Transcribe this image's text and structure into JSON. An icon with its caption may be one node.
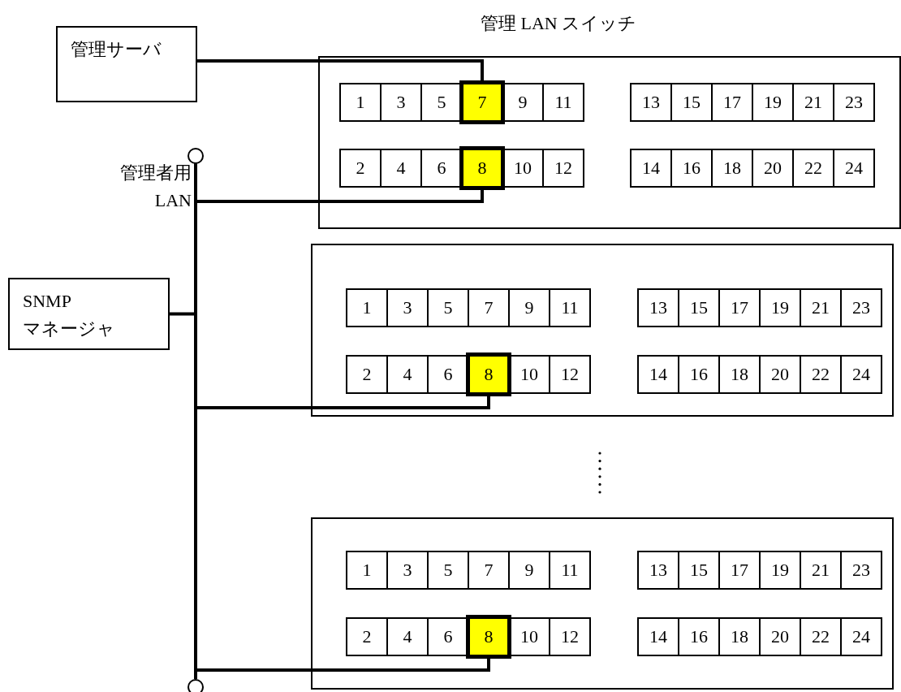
{
  "diagram": {
    "title": "管理 LAN スイッチ",
    "nodes": [
      {
        "text": [
          "管理サーバ"
        ]
      },
      {
        "text": [],
        "shape": "bar",
        "beside": [
          "管理者用LAN"
        ]
      },
      {
        "text": [
          "SNMP マネージャ"
        ]
      },
      {
        "text": [],
        "shape": "box"
      },
      {
        "text": [
          "1"
        ],
        "in": 3
      },
      {
        "text": [
          "3"
        ],
        "in": 3
      },
      {
        "text": [
          "5"
        ],
        "in": 3
      },
      {
        "text": [
          "7"
        ],
        "in": 3
      },
      {
        "text": [
          "9"
        ],
        "in": 3
      },
      {
        "text": [
          "11"
        ],
        "in": 3
      },
      {
        "text": [
          "13"
        ],
        "in": 3
      },
      {
        "text": [
          "15"
        ],
        "in": 3
      },
      {
        "text": [
          "17"
        ],
        "in": 3
      },
      {
        "text": [
          "19"
        ],
        "in": 3
      },
      {
        "text": [
          "21"
        ],
        "in": 3
      },
      {
        "text": [
          "23"
        ],
        "in": 3
      },
      {
        "text": [
          "2"
        ],
        "in": 3
      },
      {
        "text": [
          "4"
        ],
        "in": 3
      },
      {
        "text": [
          "6"
        ],
        "in": 3
      },
      {
        "text": [
          "8"
        ],
        "in": 3
      },
      {
        "text": [
          "10"
        ],
        "in": 3
      },
      {
        "text": [
          "12"
        ],
        "in": 3
      },
      {
        "text": [
          "14"
        ],
        "in": 3
      },
      {
        "text": [
          "16"
        ],
        "in": 3
      },
      {
        "text": [
          "18"
        ],
        "in": 3
      },
      {
        "text": [
          "20"
        ],
        "in": 3
      },
      {
        "text": [
          "22"
        ],
        "in": 3
      },
      {
        "text": [
          "24"
        ],
        "in": 3
      },
      {
        "text": [],
        "shape": "box"
      },
      {
        "text": [
          "1"
        ],
        "in": 28
      },
      {
        "text": [
          "3"
        ],
        "in": 28
      },
      {
        "text": [
          "5"
        ],
        "in": 28
      },
      {
        "text": [
          "7"
        ],
        "in": 28
      },
      {
        "text": [
          "9"
        ],
        "in": 28
      },
      {
        "text": [
          "11"
        ],
        "in": 28
      },
      {
        "text": [
          "13"
        ],
        "in": 28
      },
      {
        "text": [
          "15"
        ],
        "in": 28
      },
      {
        "text": [
          "17"
        ],
        "in": 28
      },
      {
        "text": [
          "19"
        ],
        "in": 28
      },
      {
        "text": [
          "21"
        ],
        "in": 28
      },
      {
        "text": [
          "23"
        ],
        "in": 28
      },
      {
        "text": [
          "2"
        ],
        "in": 28
      },
      {
        "text": [
          "4"
        ],
        "in": 28
      },
      {
        "text": [
          "6"
        ],
        "in": 28
      },
      {
        "text": [
          "8"
        ],
        "in": 28
      },
      {
        "text": [
          "10"
        ],
        "in": 28
      },
      {
        "text": [
          "12"
        ],
        "in": 28
      },
      {
        "text": [
          "14"
        ],
        "in": 28
      },
      {
        "text": [
          "16"
        ],
        "in": 28
      },
      {
        "text": [
          "18"
        ],
        "in": 28
      },
      {
        "text": [
          "20"
        ],
        "in": 28
      },
      {
        "text": [
          "22"
        ],
        "in": 28
      },
      {
        "text": [
          "24"
        ],
        "in": 28
      },
      {
        "text": [],
        "shape": "box"
      },
      {
        "text": [
          "1"
        ],
        "in": 53
      },
      {
        "text": [
          "3"
        ],
        "in": 53
      },
      {
        "text": [
          "5"
        ],
        "in": 53
      },
      {
        "text": [
          "7"
        ],
        "in": 53
      },
      {
        "text": [
          "9"
        ],
        "in": 53
      },
      {
        "text": [
          "11"
        ],
        "in": 53
      },
      {
        "text": [
          "13"
        ],
        "in": 53
      },
      {
        "text": [
          "15"
        ],
        "in": 53
      },
      {
        "text": [
          "17"
        ],
        "in": 53
      },
      {
        "text": [
          "19"
        ],
        "in": 53
      },
      {
        "text": [
          "21"
        ],
        "in": 53
      },
      {
        "text": [
          "23"
        ],
        "in": 53
      },
      {
        "text": [
          "2"
        ],
        "in": 53
      },
      {
        "text": [
          "4"
        ],
        "in": 53
      },
      {
        "text": [
          "6"
        ],
        "in": 53
      },
      {
        "text": [
          "8"
        ],
        "in": 53
      },
      {
        "text": [
          "10"
        ],
        "in": 53
      },
      {
        "text": [
          "12"
        ],
        "in": 53
      },
      {
        "text": [
          "14"
        ],
        "in": 53
      },
      {
        "text": [
          "16"
        ],
        "in": 53
      },
      {
        "text": [
          "18"
        ],
        "in": 53
      },
      {
        "text": [
          "20"
        ],
        "in": 53
      },
      {
        "text": [
          "22"
        ],
        "in": 53
      },
      {
        "text": [
          "24"
        ],
        "in": 53
      }
    ],
    "edges": [
      {
        "from": 0,
        "to": 7,
        "arrow": "none"
      },
      {
        "from": 1,
        "to": 19,
        "arrow": "none"
      },
      {
        "from": 1,
        "to": 44,
        "arrow": "none"
      },
      {
        "from": 1,
        "to": 69,
        "arrow": "none"
      },
      {
        "from": 2,
        "to": 1,
        "arrow": "none"
      }
    ]
  }
}
